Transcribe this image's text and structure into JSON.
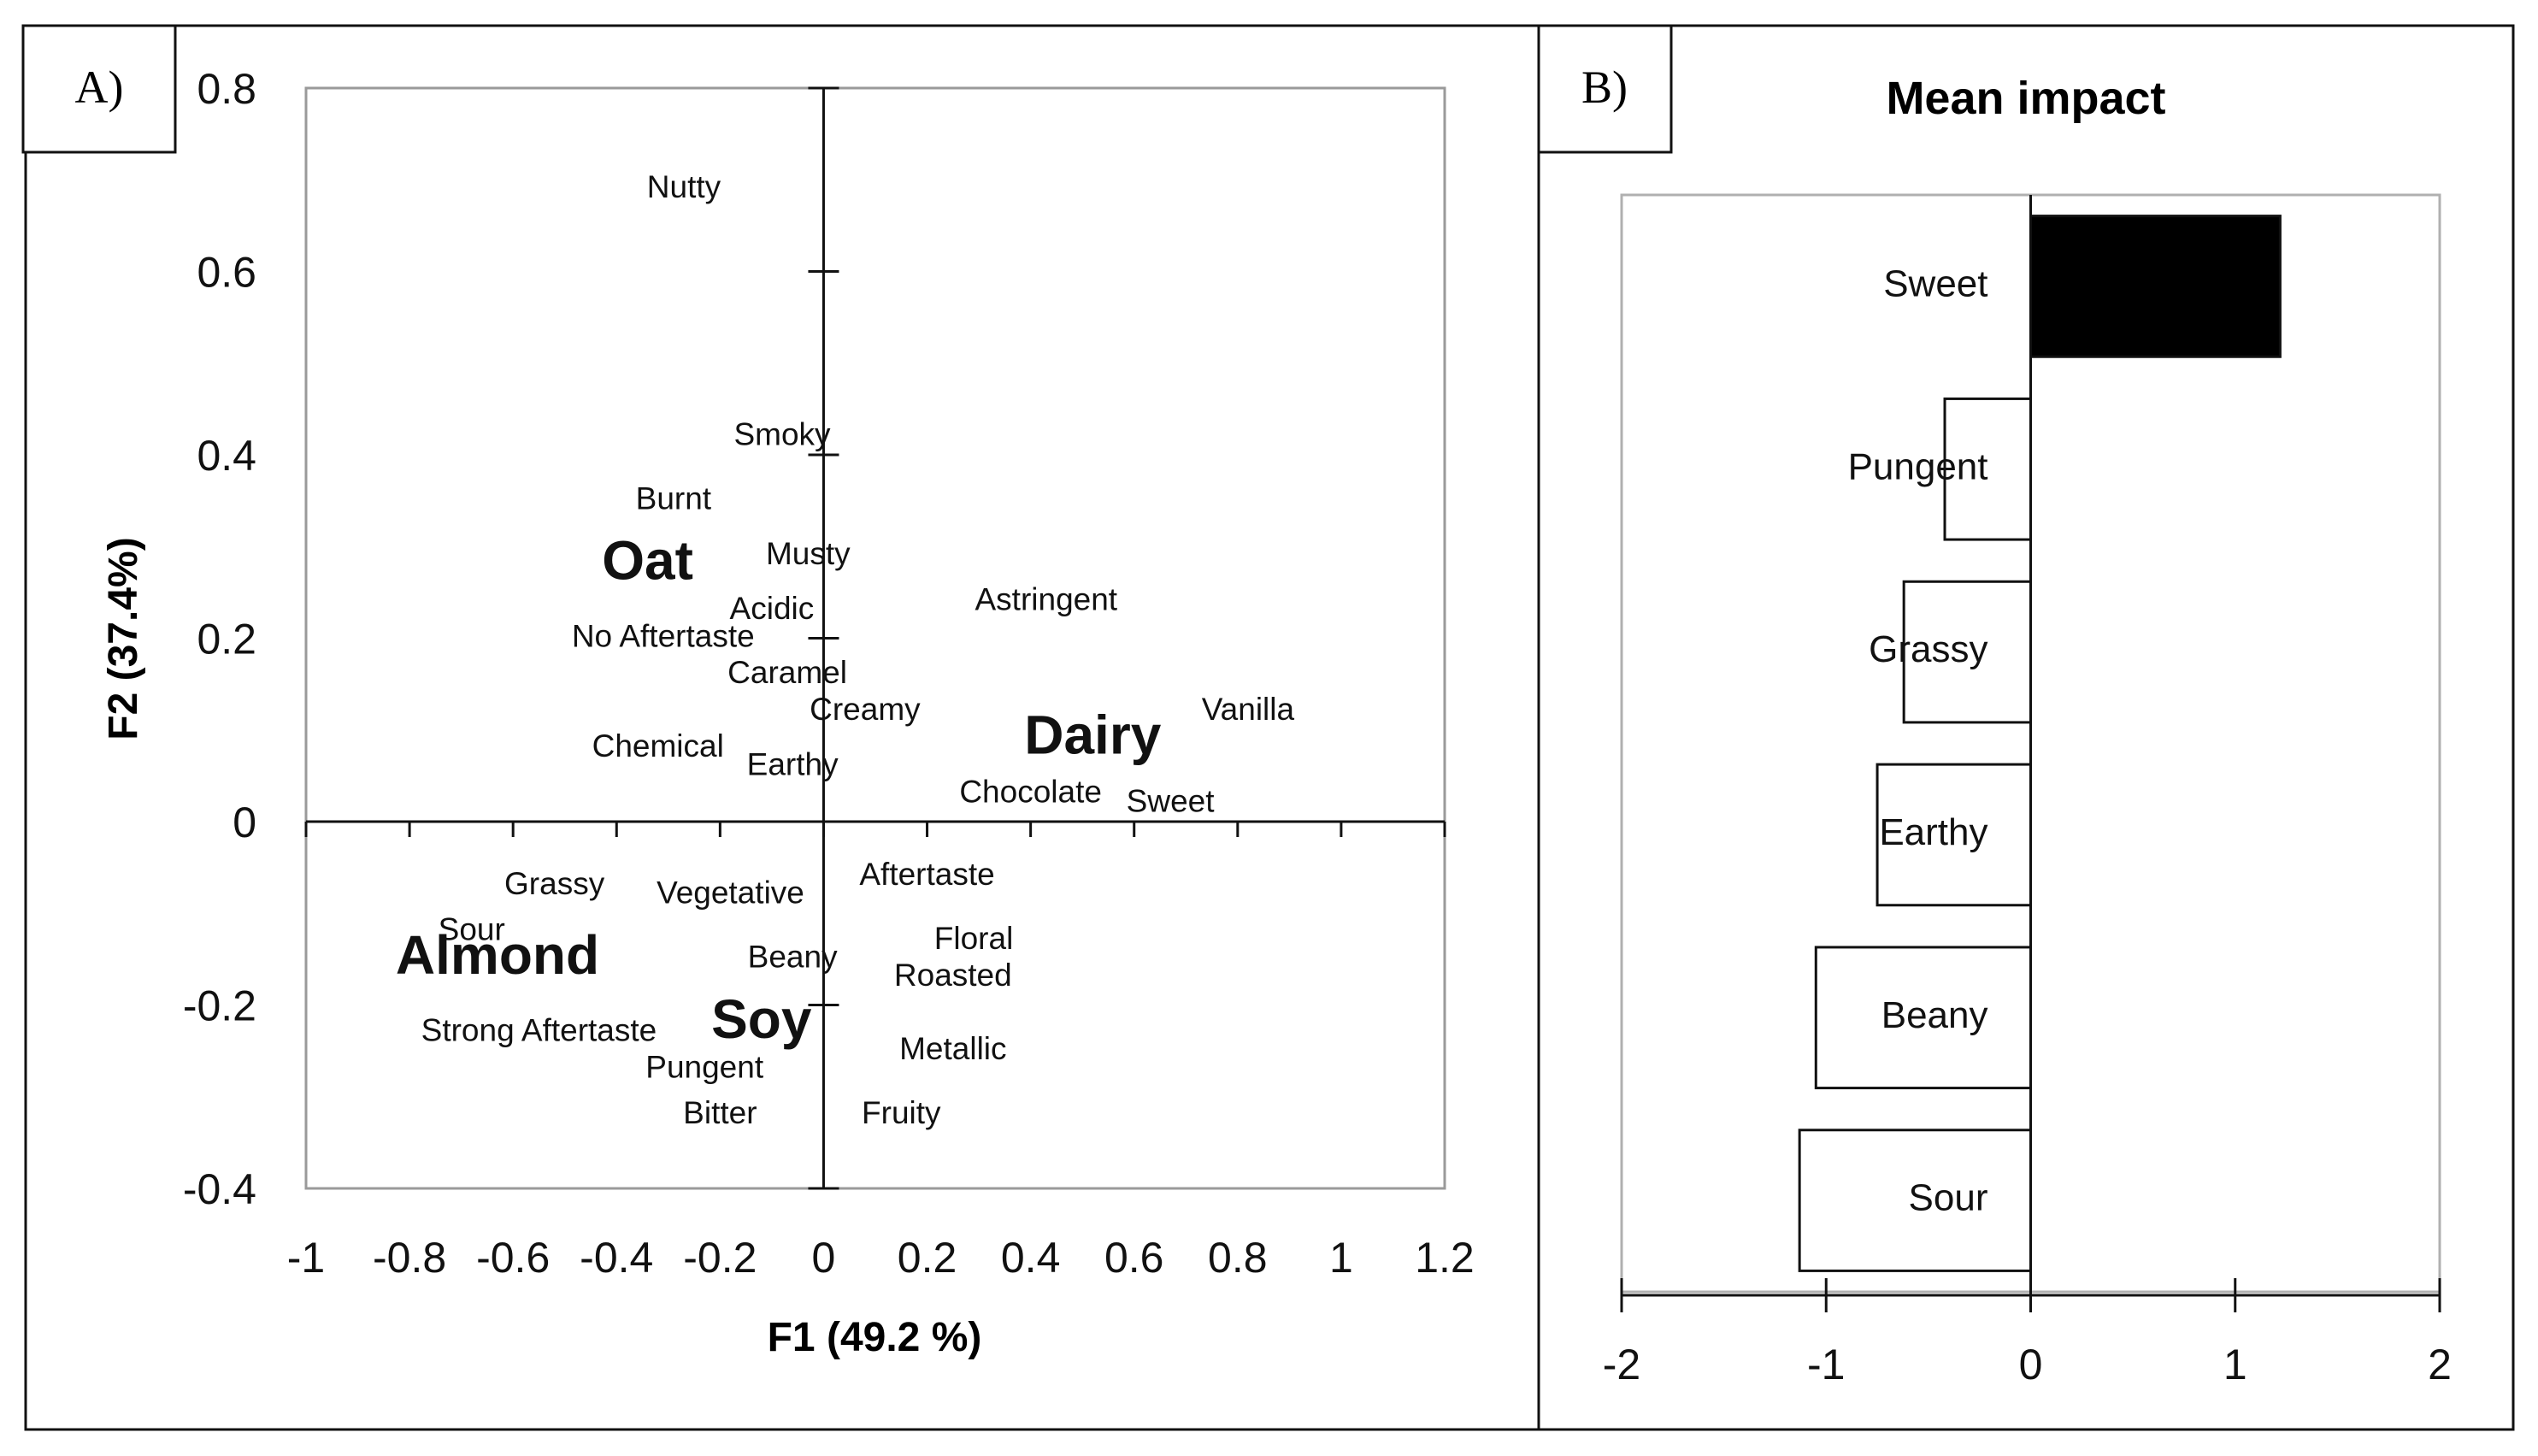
{
  "chart_data": [
    {
      "type": "scatter",
      "panel_label": "A)",
      "title": "",
      "xlabel": "F1 (49.2 %)",
      "ylabel": "F2 (37.4%)",
      "xlim": [
        -1,
        1.2
      ],
      "ylim": [
        -0.4,
        0.8
      ],
      "xticks": [
        -1,
        -0.8,
        -0.6,
        -0.4,
        -0.2,
        0,
        0.2,
        0.4,
        0.6,
        0.8,
        1,
        1.2
      ],
      "xtick_labels": [
        "-1",
        "-0.8",
        "-0.6",
        "-0.4",
        "-0.2",
        "0",
        "0.2",
        "0.4",
        "0.6",
        "0.8",
        "1",
        "1.2"
      ],
      "yticks": [
        -0.4,
        -0.2,
        0,
        0.2,
        0.4,
        0.6,
        0.8
      ],
      "ytick_labels": [
        "-0.4",
        "-0.2",
        "0",
        "0.2",
        "0.4",
        "0.6",
        "0.8"
      ],
      "grid": false,
      "attributes": [
        {
          "label": "Nutty",
          "x": -0.27,
          "y": 0.69
        },
        {
          "label": "Smoky",
          "x": -0.08,
          "y": 0.42
        },
        {
          "label": "Burnt",
          "x": -0.29,
          "y": 0.35
        },
        {
          "label": "Musty",
          "x": -0.03,
          "y": 0.29
        },
        {
          "label": "Acidic",
          "x": -0.1,
          "y": 0.23
        },
        {
          "label": "Astringent",
          "x": 0.43,
          "y": 0.24
        },
        {
          "label": "No Aftertaste",
          "x": -0.31,
          "y": 0.2
        },
        {
          "label": "Caramel",
          "x": -0.07,
          "y": 0.16
        },
        {
          "label": "Creamy",
          "x": 0.08,
          "y": 0.12
        },
        {
          "label": "Vanilla",
          "x": 0.82,
          "y": 0.12
        },
        {
          "label": "Chemical",
          "x": -0.32,
          "y": 0.08
        },
        {
          "label": "Earthy",
          "x": -0.06,
          "y": 0.06
        },
        {
          "label": "Chocolate",
          "x": 0.4,
          "y": 0.03
        },
        {
          "label": "Sweet",
          "x": 0.67,
          "y": 0.02
        },
        {
          "label": "Grassy",
          "x": -0.52,
          "y": -0.07
        },
        {
          "label": "Vegetative",
          "x": -0.18,
          "y": -0.08
        },
        {
          "label": "Aftertaste",
          "x": 0.2,
          "y": -0.06
        },
        {
          "label": "Sour",
          "x": -0.68,
          "y": -0.12
        },
        {
          "label": "Floral",
          "x": 0.29,
          "y": -0.13
        },
        {
          "label": "Beany",
          "x": -0.06,
          "y": -0.15
        },
        {
          "label": "Roasted",
          "x": 0.25,
          "y": -0.17
        },
        {
          "label": "Strong Aftertaste",
          "x": -0.55,
          "y": -0.23
        },
        {
          "label": "Metallic",
          "x": 0.25,
          "y": -0.25
        },
        {
          "label": "Pungent",
          "x": -0.23,
          "y": -0.27
        },
        {
          "label": "Bitter",
          "x": -0.2,
          "y": -0.32
        },
        {
          "label": "Fruity",
          "x": 0.15,
          "y": -0.32
        }
      ],
      "products": [
        {
          "label": "Oat",
          "x": -0.34,
          "y": 0.28
        },
        {
          "label": "Dairy",
          "x": 0.52,
          "y": 0.09
        },
        {
          "label": "Almond",
          "x": -0.63,
          "y": -0.15
        },
        {
          "label": "Soy",
          "x": -0.12,
          "y": -0.22
        }
      ]
    },
    {
      "type": "bar",
      "orientation": "horizontal",
      "panel_label": "B)",
      "title": "Mean impact",
      "categories": [
        "Sweet",
        "Pungent",
        "Grassy",
        "Earthy",
        "Beany",
        "Sour"
      ],
      "values": [
        1.22,
        -0.42,
        -0.62,
        -0.75,
        -1.05,
        -1.13
      ],
      "bar_colors": [
        "#000000",
        "#ffffff",
        "#ffffff",
        "#ffffff",
        "#ffffff",
        "#ffffff"
      ],
      "xlim": [
        -2,
        2
      ],
      "xticks": [
        -2,
        -1,
        0,
        1,
        2
      ],
      "xtick_labels": [
        "-2",
        "-1",
        "0",
        "1",
        "2"
      ],
      "grid": false
    }
  ]
}
